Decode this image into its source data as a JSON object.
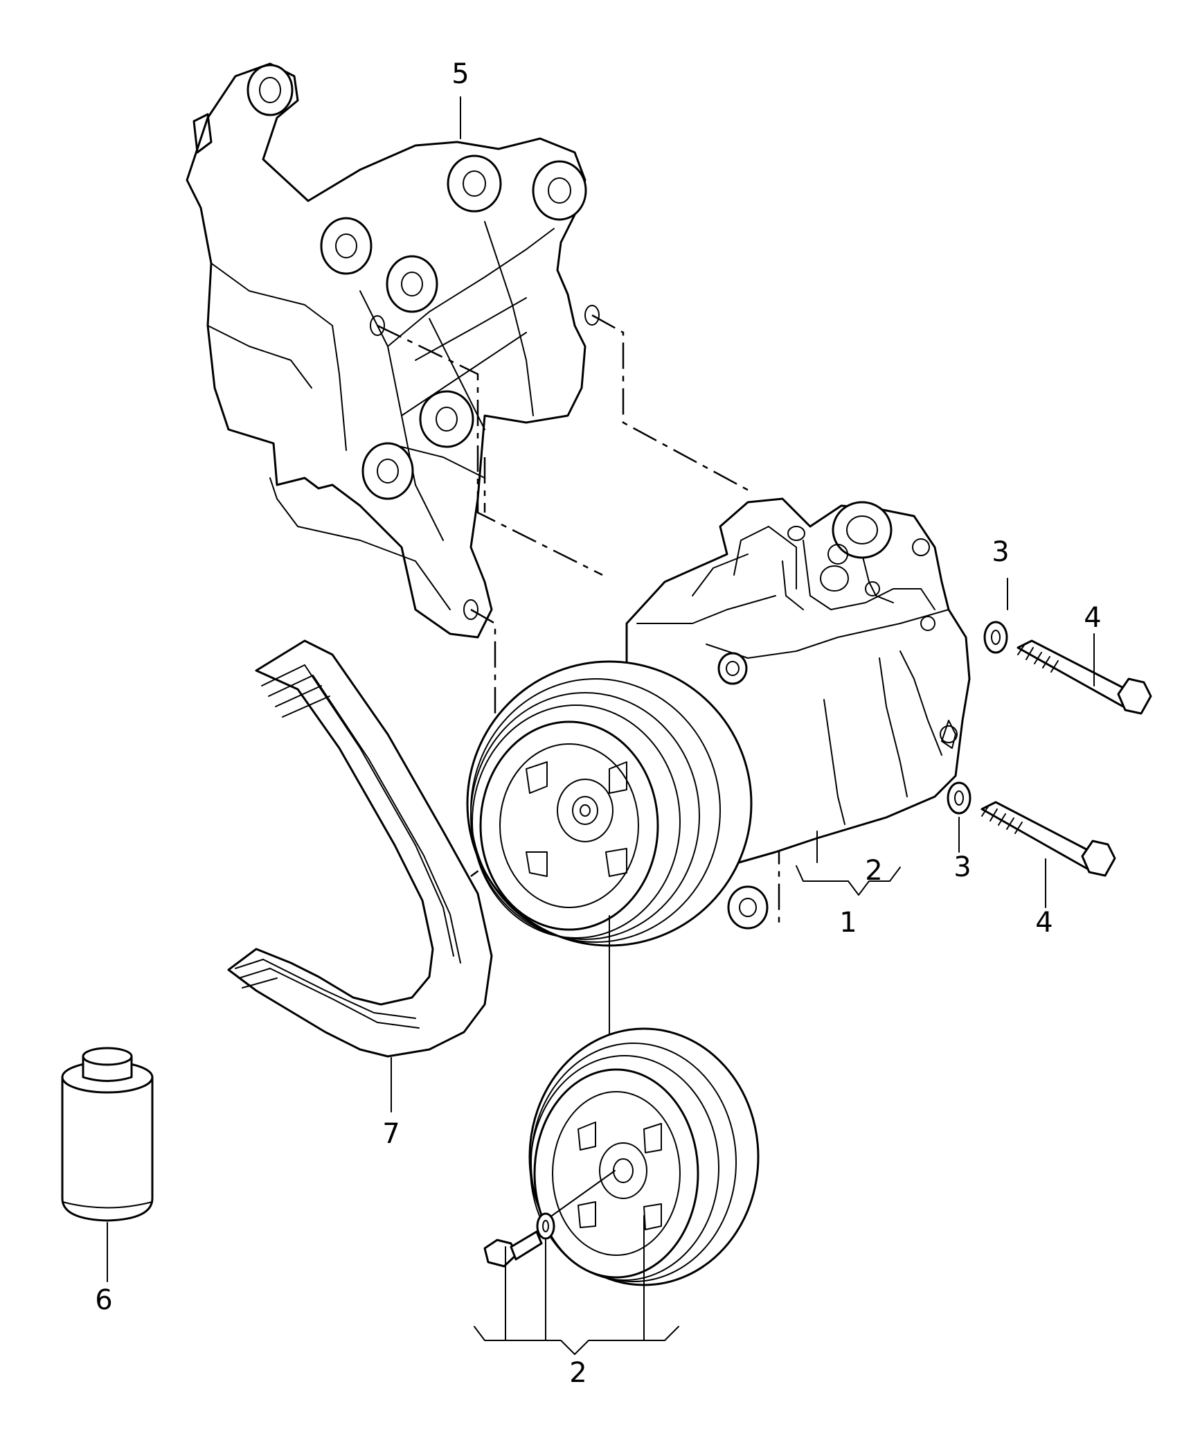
{
  "callouts": {
    "c1": "1",
    "c2_upper": "2",
    "c2_lower": "2",
    "c3_upper": "3",
    "c3_lower": "3",
    "c4_upper": "4",
    "c4_lower": "4",
    "c5": "5",
    "c6": "6",
    "c7": "7"
  }
}
